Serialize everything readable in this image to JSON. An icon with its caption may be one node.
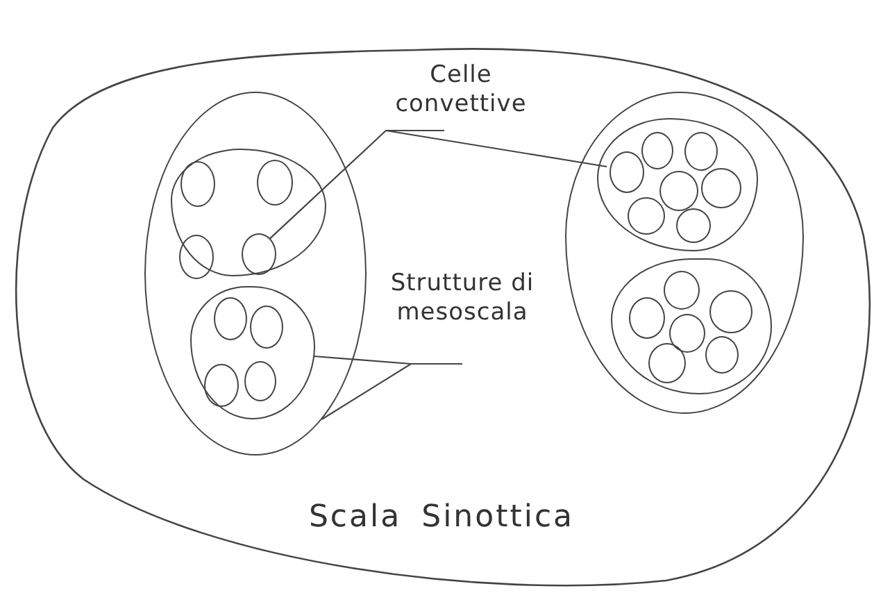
{
  "diagram": {
    "nodes": [
      {
        "text": [
          "Scala Sinottica"
        ]
      },
      {
        "text": [],
        "shape": "circle",
        "in": 0
      },
      {
        "text": [],
        "shape": "circle",
        "in": 1
      },
      {
        "text": [],
        "shape": "circle",
        "in": 2
      },
      {
        "text": [],
        "shape": "circle",
        "in": 2
      },
      {
        "text": [],
        "shape": "circle",
        "in": 2
      },
      {
        "text": [],
        "shape": "circle",
        "in": 2
      },
      {
        "text": [],
        "shape": "circle",
        "in": 1
      },
      {
        "text": [],
        "shape": "circle",
        "in": 7
      },
      {
        "text": [],
        "shape": "circle",
        "in": 7
      },
      {
        "text": [],
        "shape": "circle",
        "in": 7
      },
      {
        "text": [],
        "shape": "circle",
        "in": 7
      },
      {
        "text": [
          "Celle convettive"
        ],
        "in": 0
      },
      {
        "text": [
          "Strutture di mesoscala"
        ],
        "in": 0
      },
      {
        "text": [],
        "shape": "circle",
        "in": 0
      },
      {
        "text": [],
        "shape": "circle",
        "in": 14
      },
      {
        "text": [],
        "shape": "circle",
        "in": 15
      },
      {
        "text": [],
        "shape": "circle",
        "in": 15
      },
      {
        "text": [],
        "shape": "circle",
        "in": 15
      },
      {
        "text": [],
        "shape": "circle",
        "in": 15
      },
      {
        "text": [],
        "shape": "circle",
        "in": 15
      },
      {
        "text": [],
        "shape": "circle",
        "in": 15
      },
      {
        "text": [],
        "shape": "circle",
        "in": 15
      },
      {
        "text": [],
        "shape": "circle",
        "in": 14
      },
      {
        "text": [],
        "shape": "circle",
        "in": 23
      },
      {
        "text": [],
        "shape": "circle",
        "in": 23
      },
      {
        "text": [],
        "shape": "circle",
        "in": 23
      },
      {
        "text": [],
        "shape": "circle",
        "in": 23
      },
      {
        "text": [],
        "shape": "circle",
        "in": 23
      },
      {
        "text": [],
        "shape": "circle",
        "in": 23
      }
    ],
    "edges": [
      {
        "from": 12,
        "to": 6,
        "arrow": "none"
      },
      {
        "from": 12,
        "to": 16,
        "arrow": "none"
      },
      {
        "from": 13,
        "to": 7,
        "arrow": "none"
      },
      {
        "from": 13,
        "to": 1,
        "arrow": "none"
      }
    ]
  }
}
